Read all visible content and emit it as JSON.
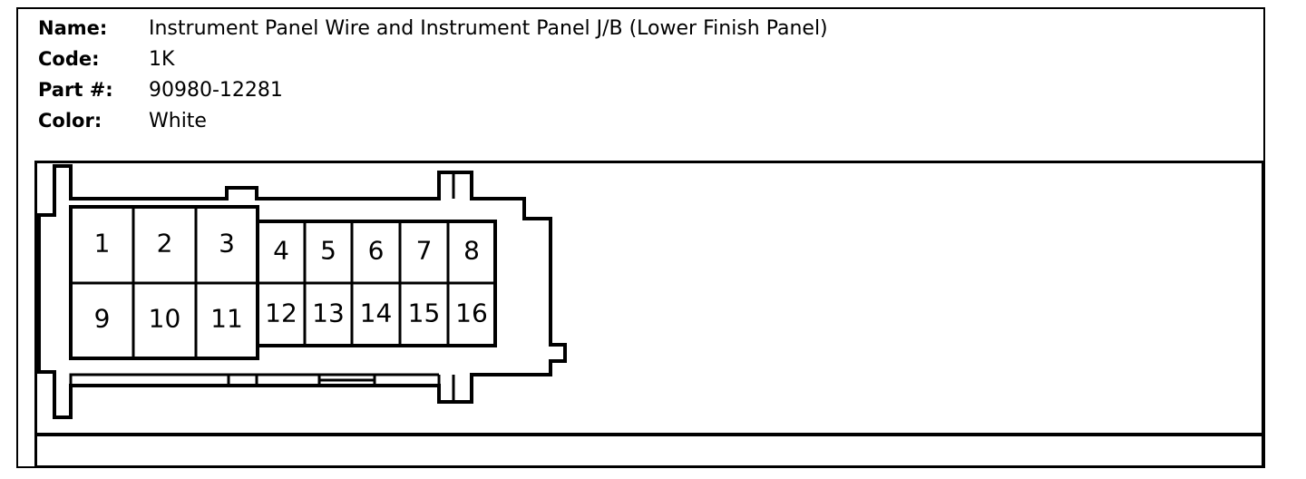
{
  "info": {
    "name_label": "Name:",
    "name_value": "Instrument Panel Wire and Instrument Panel J/B (Lower Finish Panel)",
    "code_label": "Code:",
    "code_value": "1K",
    "part_label": "Part #:",
    "part_value": "90980-12281",
    "color_label": "Color:",
    "color_value": "White"
  },
  "connector": {
    "pins": [
      "1",
      "2",
      "3",
      "4",
      "5",
      "6",
      "7",
      "8",
      "9",
      "10",
      "11",
      "12",
      "13",
      "14",
      "15",
      "16"
    ]
  }
}
